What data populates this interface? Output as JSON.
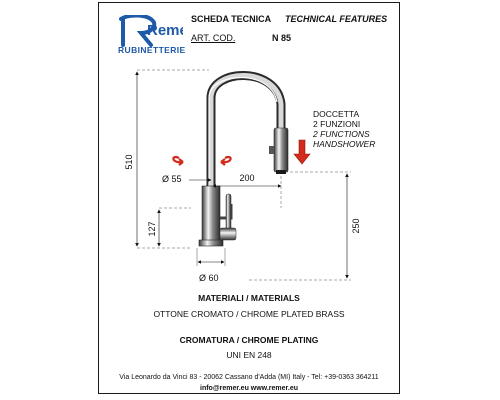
{
  "brand": {
    "logo_text": "Remer",
    "subtitle": "RUBINETTERIE",
    "color": "#1e5aa8"
  },
  "header": {
    "scheda": "SCHEDA TECNICA",
    "technical": "TECHNICAL FEATURES",
    "art_label": "ART. COD.",
    "art_code": "N 85"
  },
  "dimensions": {
    "height_total": "510",
    "height_body": "127",
    "height_spout": "250",
    "reach": "200",
    "diam_body": "Ø 55",
    "diam_base": "Ø 60"
  },
  "callout": {
    "line1": "DOCCETTA",
    "line2": "2 FUNZIONI",
    "line3": "2 FUNCTIONS",
    "line4": "HANDSHOWER"
  },
  "materials": {
    "title": "MATERIALI / MATERIALS",
    "value": "OTTONE CROMATO / CHROME PLATED BRASS",
    "plating_title": "CROMATURA / CHROME PLATING",
    "plating_value": "UNI EN 248"
  },
  "footer": {
    "address": "Via Leonardo da Vinci 83 - 20062 Cassano d'Adda (MI) Italy - Tel: +39-0363 364211",
    "contacts": "info@remer.eu     www.remer.eu"
  },
  "colors": {
    "arrow_red": "#d32a1c",
    "chrome_dark": "#2b2b2b",
    "chrome_mid": "#9a9a9a"
  }
}
